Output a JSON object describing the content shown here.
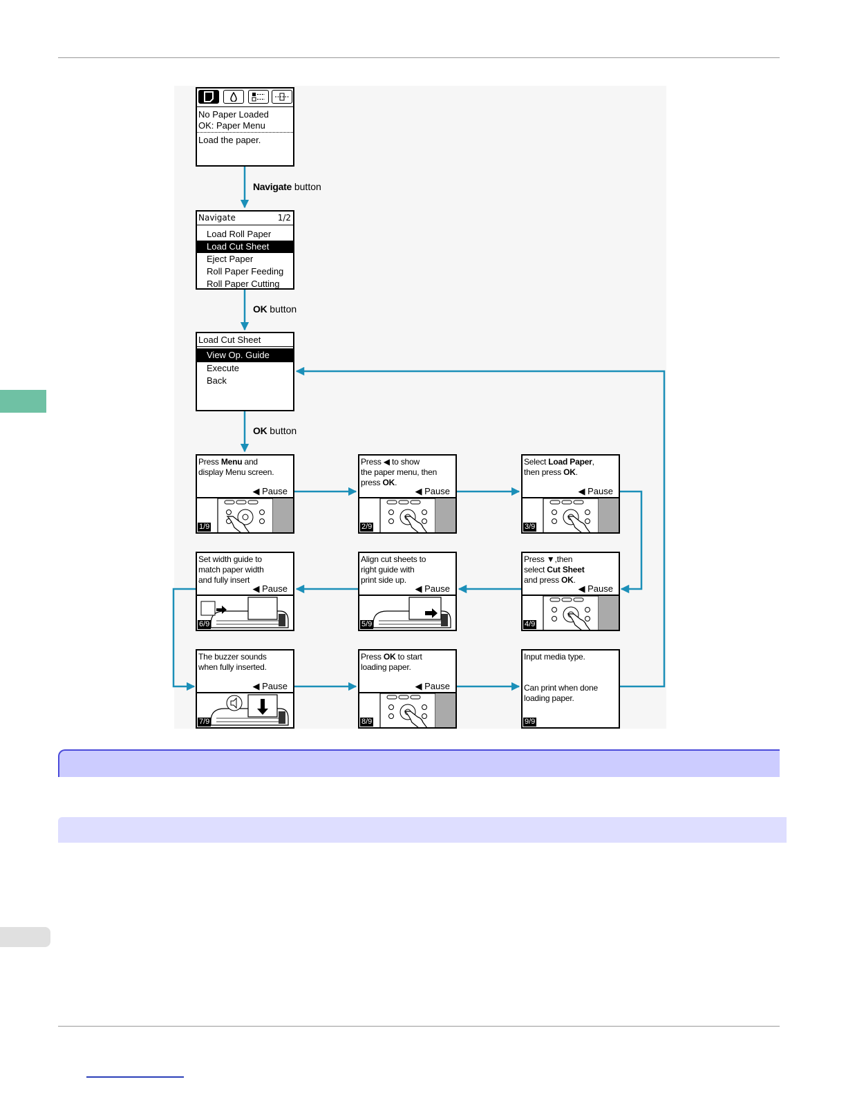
{
  "start_screen": {
    "tabs": [
      "",
      "💧",
      "▪▫",
      "▫▪"
    ],
    "line1": "No Paper Loaded",
    "line2": "OK: Paper Menu",
    "line3": "Load the paper."
  },
  "arrows": {
    "a1_bold": "Navigate",
    "a1_rest": " button",
    "a2_bold": "OK",
    "a2_rest": " button",
    "a3_bold": "OK",
    "a3_rest": " button"
  },
  "navigate_menu": {
    "title": "Navigate",
    "page": "1/2",
    "items": [
      "Load Roll Paper",
      "Load Cut Sheet",
      "Eject Paper",
      "Roll Paper Feeding",
      "Roll Paper Cutting"
    ]
  },
  "cut_sheet_menu": {
    "title": "Load Cut Sheet",
    "items": [
      "View Op. Guide",
      "Execute",
      "Back"
    ]
  },
  "pause_label": "◀ Pause",
  "steps": [
    {
      "num": "1/9",
      "parts": [
        [
          "Press ",
          false
        ],
        [
          "Menu",
          true
        ],
        [
          " and",
          false
        ],
        [
          "\n",
          false
        ],
        [
          "display Menu screen.",
          false
        ]
      ]
    },
    {
      "num": "2/9",
      "parts": [
        [
          "Press ◀ to show",
          false
        ],
        [
          "\n",
          false
        ],
        [
          "the paper menu, then",
          false
        ],
        [
          "\n",
          false
        ],
        [
          "press ",
          false
        ],
        [
          "OK",
          true
        ],
        [
          ".",
          false
        ]
      ]
    },
    {
      "num": "3/9",
      "parts": [
        [
          "Select ",
          false
        ],
        [
          "Load Paper",
          true
        ],
        [
          ",",
          false
        ],
        [
          "\n",
          false
        ],
        [
          "then press ",
          false
        ],
        [
          "OK",
          true
        ],
        [
          ".",
          false
        ]
      ]
    },
    {
      "num": "4/9",
      "parts": [
        [
          "Press ▼,then",
          false
        ],
        [
          "\n",
          false
        ],
        [
          "select ",
          false
        ],
        [
          "Cut Sheet",
          true
        ],
        [
          "\n",
          false
        ],
        [
          "and press ",
          false
        ],
        [
          "OK",
          true
        ],
        [
          ".",
          false
        ]
      ]
    },
    {
      "num": "5/9",
      "parts": [
        [
          "Align cut sheets to",
          false
        ],
        [
          "\n",
          false
        ],
        [
          "right guide with",
          false
        ],
        [
          "\n",
          false
        ],
        [
          "print side up.",
          false
        ]
      ]
    },
    {
      "num": "6/9",
      "parts": [
        [
          "Set width guide to",
          false
        ],
        [
          "\n",
          false
        ],
        [
          "match paper width",
          false
        ],
        [
          "\n",
          false
        ],
        [
          "and fully insert",
          false
        ]
      ]
    },
    {
      "num": "7/9",
      "parts": [
        [
          "The buzzer sounds",
          false
        ],
        [
          "\n",
          false
        ],
        [
          "when fully inserted.",
          false
        ]
      ]
    },
    {
      "num": "8/9",
      "parts": [
        [
          "Press ",
          false
        ],
        [
          "OK",
          true
        ],
        [
          " to start",
          false
        ],
        [
          "\n",
          false
        ],
        [
          "loading paper.",
          false
        ]
      ]
    },
    {
      "num": "9/9",
      "parts": [
        [
          "Input media type.",
          false
        ],
        [
          "\n",
          false
        ],
        [
          "\n",
          false
        ],
        [
          "\n",
          false
        ],
        [
          "Can print when done",
          false
        ],
        [
          "\n",
          false
        ],
        [
          "loading paper.",
          false
        ]
      ]
    }
  ],
  "colors": {
    "arrow": "#1b8fb8",
    "heading1": "#ccccff",
    "heading2": "#dedeff",
    "side_tab": "#6fc1a4"
  }
}
